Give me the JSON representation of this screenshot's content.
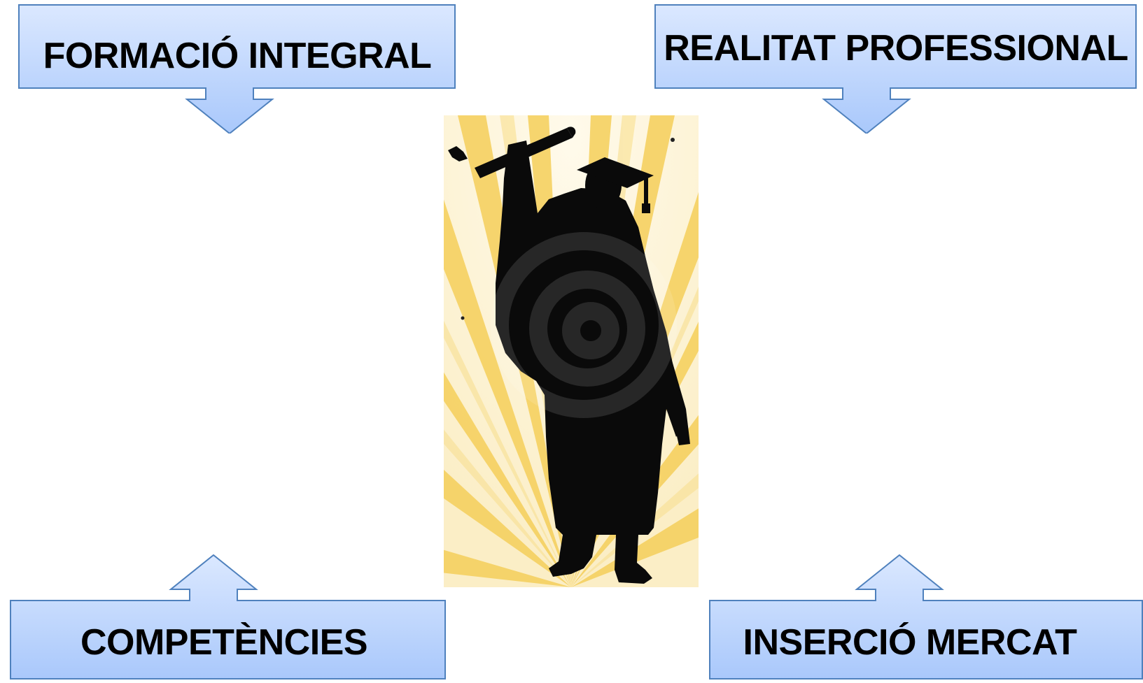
{
  "callouts": {
    "top_left": {
      "label": "FORMACIÓ INTEGRAL"
    },
    "top_right": {
      "label": "REALITAT PROFESSIONAL"
    },
    "bottom_left": {
      "label": "COMPETÈNCIES"
    },
    "bottom_right": {
      "label": "INSERCIÓ MERCAT"
    }
  },
  "colors": {
    "callout_fill_top": "#dbe8ff",
    "callout_fill_bottom": "#a9c8fb",
    "callout_border": "#4f81bd",
    "sunburst_light": "#fdf3d6",
    "sunburst_ray": "#f5cf5a",
    "silhouette": "#0a0a0a"
  },
  "image": {
    "subject": "graduate-silhouette",
    "icon": "graduation-cap-icon"
  }
}
